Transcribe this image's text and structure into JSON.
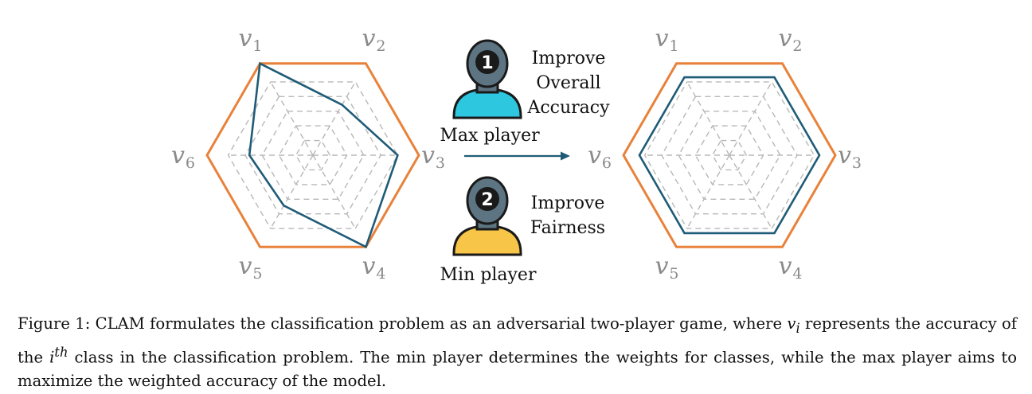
{
  "figure": {
    "vertex_labels": [
      "v",
      "v",
      "v",
      "v",
      "v",
      "v"
    ],
    "vertex_subscripts": [
      "1",
      "2",
      "3",
      "4",
      "5",
      "6"
    ],
    "max_player": {
      "badge": "1",
      "label": "Max player",
      "goal_lines": [
        "Improve",
        "Overall",
        "Accuracy"
      ]
    },
    "min_player": {
      "badge": "2",
      "label": "Min player",
      "goal_lines": [
        "Improve",
        "Fairness"
      ]
    },
    "colors": {
      "outer_hexagon": "#e8823a",
      "polygon": "#1f5b78",
      "grid": "#b8b8b8",
      "max_player_body": "#2ec7e0",
      "min_player_body": "#f7c548",
      "head": "#5d7482",
      "arrow": "#1f5b78"
    }
  },
  "chart_data": [
    {
      "type": "radar",
      "axes": [
        "v1",
        "v2",
        "v3",
        "v4",
        "v5",
        "v6"
      ],
      "range": [
        0,
        1
      ],
      "grid_levels": 5,
      "series": [
        {
          "values": [
            1.0,
            0.55,
            0.8,
            1.0,
            0.55,
            0.6
          ]
        }
      ]
    },
    {
      "type": "radar",
      "axes": [
        "v1",
        "v2",
        "v3",
        "v4",
        "v5",
        "v6"
      ],
      "range": [
        0,
        1
      ],
      "grid_levels": 5,
      "series": [
        {
          "values": [
            0.85,
            0.85,
            0.85,
            0.85,
            0.85,
            0.85
          ]
        }
      ]
    }
  ],
  "caption": {
    "prefix": "Figure 1: CLAM formulates the classification problem as an adversarial two-player game, where ",
    "var": "v",
    "var_sub": "i",
    "mid1": " represents the accuracy of the ",
    "ith_base": "i",
    "ith_sup": "th",
    "suffix": " class in the classification problem. The min player determines the weights for classes, while the max player aims to maximize the weighted accuracy of the model."
  }
}
